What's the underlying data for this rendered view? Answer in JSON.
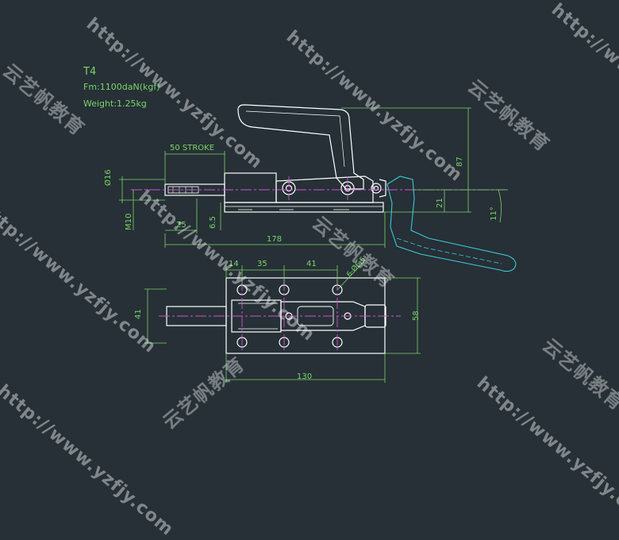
{
  "specs": {
    "model": "T4",
    "force": "Fm:1100daN(kgf)",
    "weight": "Weight:1.25kg"
  },
  "dimensions": {
    "stroke": "50 STROKE",
    "rod_dia": "Ø16",
    "thread": "M10",
    "d25": "25",
    "d6_5": "6.5",
    "d178": "178",
    "d87": "87",
    "d21": "21",
    "angle": "11°",
    "d14": "14",
    "d35": "35",
    "d41_top": "41",
    "hole": "6-Ø6.5",
    "d41_side": "41",
    "d58": "58",
    "d130": "130"
  },
  "watermark": {
    "url": "http://www.yzfjy.com",
    "cn": "云艺帆教育"
  },
  "colors": {
    "background": "#263036",
    "outline": "#ffffff",
    "dimension": "#7bd36a",
    "centerline": "#d14fd1",
    "phantom": "#3fc6d9"
  }
}
